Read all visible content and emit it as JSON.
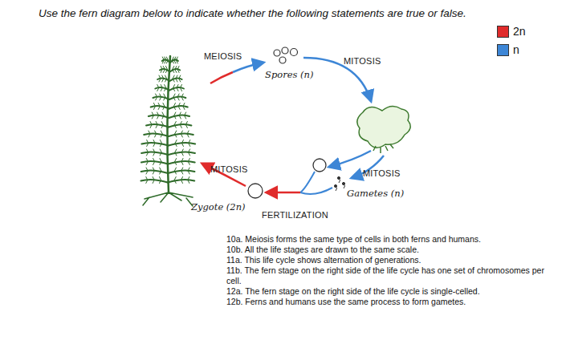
{
  "diagram": {
    "title": "Use the fern diagram below to indicate whether the following statements are true or false.",
    "labels": [
      "MEIOSIS",
      "MITOSIS",
      "Spores (n)",
      "MITOSIS",
      "MITOSIS",
      "Gametes (n)",
      "Zygote (2n)",
      "FERTILIZATION",
      "10a. Meiosis forms the same type of cells in both ferns and humans.",
      "10b. All the life stages are drawn to the same scale.",
      "11a. This life cycle shows alternation of generations.",
      "11b. The fern stage on the right side of the life cycle has one set of chromosomes per cell.",
      "12a. The fern stage on the right side of the life cycle is single-celled.",
      "12b. Ferns and humans use the same process to form gametes."
    ],
    "legend": [
      {
        "text": "2n",
        "color": "#e02b2b"
      },
      {
        "text": "n",
        "color": "#3d86d6"
      }
    ]
  }
}
